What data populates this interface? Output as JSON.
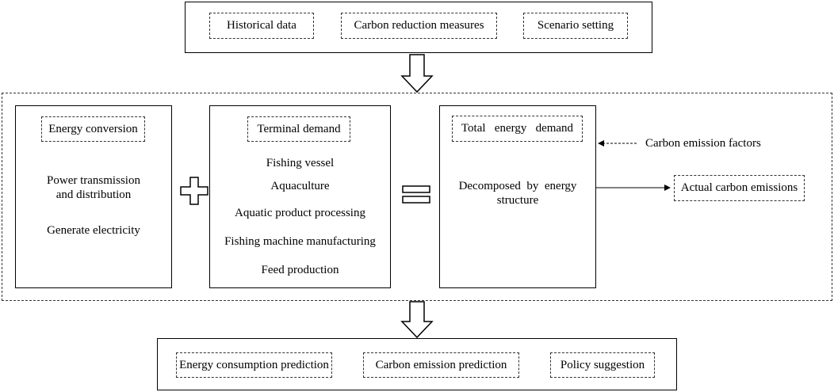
{
  "inputs": {
    "items": [
      "Historical data",
      "Carbon reduction measures",
      "Scenario setting"
    ]
  },
  "energy_conversion": {
    "title": "Energy conversion",
    "lines": [
      "Power transmission",
      "and distribution",
      "Generate  electricity"
    ]
  },
  "terminal_demand": {
    "title": "Terminal demand",
    "items": [
      "Fishing  vessel",
      "Aquaculture",
      "Aquatic  product  processing",
      "Fishing  machine  manufacturing",
      "Feed  production"
    ]
  },
  "total_demand": {
    "title": "Total   energy   demand",
    "lines": [
      "Decomposed  by  energy",
      "structure"
    ]
  },
  "side": {
    "emission_factors": "Carbon emission factors",
    "actual_emissions": "Actual carbon emissions"
  },
  "outputs": {
    "items": [
      "Energy consumption prediction",
      "Carbon emission prediction",
      "Policy suggestion"
    ]
  }
}
